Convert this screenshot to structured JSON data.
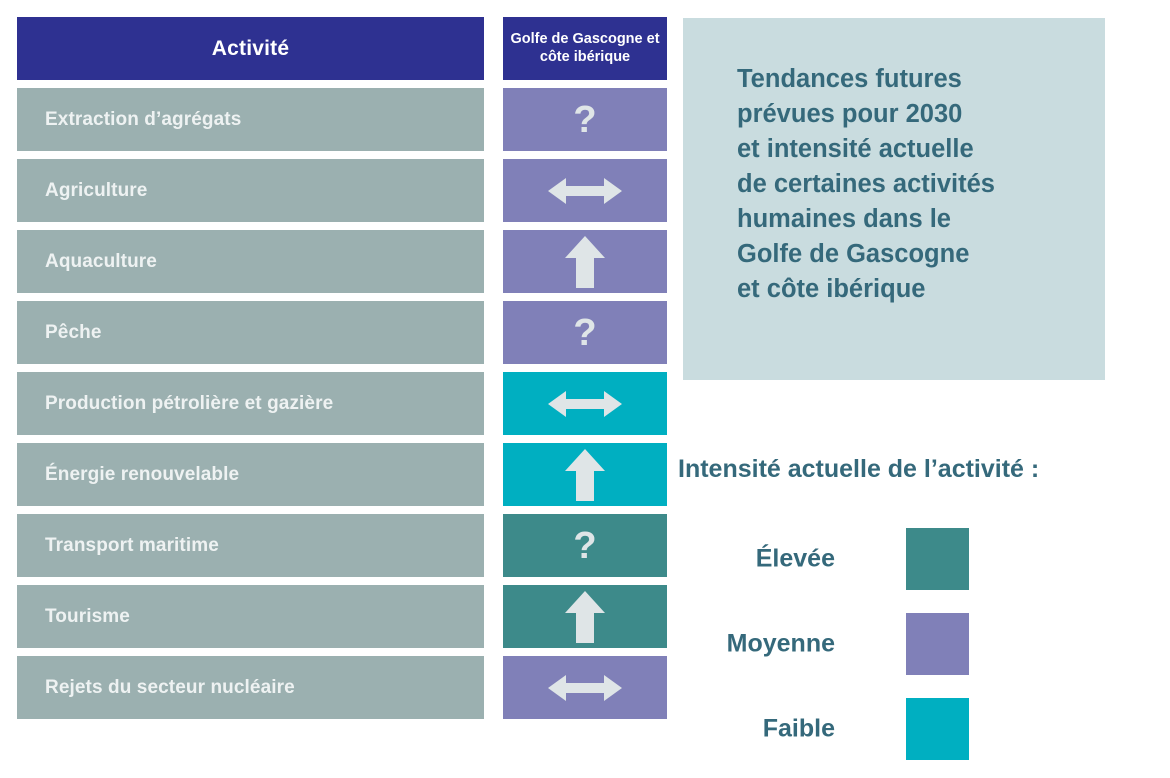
{
  "table": {
    "header": {
      "activity_label": "Activité",
      "region_label": "Golfe de Gascogne et côte ibérique",
      "header_bg": "#2e3191"
    },
    "activity_bg": "#9bb0b0",
    "rows": [
      {
        "activity": "Extraction d’agrégats",
        "trend": "question",
        "trend_symbol": "?",
        "intensity": "Moyenne",
        "intensity_color": "#8080b8"
      },
      {
        "activity": "Agriculture",
        "trend": "stable",
        "trend_symbol": "↔",
        "intensity": "Moyenne",
        "intensity_color": "#8080b8"
      },
      {
        "activity": "Aquaculture",
        "trend": "increasing",
        "trend_symbol": "↑",
        "intensity": "Moyenne",
        "intensity_color": "#8080b8"
      },
      {
        "activity": "Pêche",
        "trend": "question",
        "trend_symbol": "?",
        "intensity": "Moyenne",
        "intensity_color": "#8080b8"
      },
      {
        "activity": "Production pétrolière et gazière",
        "trend": "stable",
        "trend_symbol": "↔",
        "intensity": "Faible",
        "intensity_color": "#00afc1"
      },
      {
        "activity": "Énergie renouvelable",
        "trend": "increasing",
        "trend_symbol": "↑",
        "intensity": "Faible",
        "intensity_color": "#00afc1"
      },
      {
        "activity": "Transport maritime",
        "trend": "question",
        "trend_symbol": "?",
        "intensity": "Élevée",
        "intensity_color": "#3d8a8a"
      },
      {
        "activity": "Tourisme",
        "trend": "increasing",
        "trend_symbol": "↑",
        "intensity": "Élevée",
        "intensity_color": "#3d8a8a"
      },
      {
        "activity": "Rejets du secteur nucléaire",
        "trend": "stable",
        "trend_symbol": "↔",
        "intensity": "Moyenne",
        "intensity_color": "#8080b8"
      }
    ]
  },
  "info_panel": {
    "title": "Tendances futures\nprévues pour 2030\net intensité actuelle\nde certaines activités\nhumaines dans le\nGolfe de Gascogne\net côte ibérique",
    "background": "#c9dcdf",
    "text_color": "#35697b"
  },
  "legend": {
    "title": "Intensité actuelle de l’activité :",
    "items": [
      {
        "label": "Élevée",
        "color": "#3d8a8a"
      },
      {
        "label": "Moyenne",
        "color": "#8080b8"
      },
      {
        "label": "Faible",
        "color": "#00afc1"
      }
    ]
  },
  "chart_data": {
    "type": "table",
    "title": "Tendances futures prévues pour 2030 et intensité actuelle de certaines activités humaines dans le Golfe de Gascogne et côte ibérique",
    "columns": [
      "Activité",
      "Golfe de Gascogne et côte ibérique"
    ],
    "legend_title": "Intensité actuelle de l’activité :",
    "legend": [
      {
        "label": "Élevée",
        "color": "#3d8a8a"
      },
      {
        "label": "Moyenne",
        "color": "#8080b8"
      },
      {
        "label": "Faible",
        "color": "#00afc1"
      }
    ],
    "rows": [
      {
        "activity": "Extraction d’agrégats",
        "trend": "unknown",
        "symbol": "?",
        "intensity": "Moyenne"
      },
      {
        "activity": "Agriculture",
        "trend": "stable",
        "symbol": "↔",
        "intensity": "Moyenne"
      },
      {
        "activity": "Aquaculture",
        "trend": "increasing",
        "symbol": "↑",
        "intensity": "Moyenne"
      },
      {
        "activity": "Pêche",
        "trend": "unknown",
        "symbol": "?",
        "intensity": "Moyenne"
      },
      {
        "activity": "Production pétrolière et gazière",
        "trend": "stable",
        "symbol": "↔",
        "intensity": "Faible"
      },
      {
        "activity": "Énergie renouvelable",
        "trend": "increasing",
        "symbol": "↑",
        "intensity": "Faible"
      },
      {
        "activity": "Transport maritime",
        "trend": "unknown",
        "symbol": "?",
        "intensity": "Élevée"
      },
      {
        "activity": "Tourisme",
        "trend": "increasing",
        "symbol": "↑",
        "intensity": "Élevée"
      },
      {
        "activity": "Rejets du secteur nucléaire",
        "trend": "stable",
        "symbol": "↔",
        "intensity": "Moyenne"
      }
    ]
  }
}
